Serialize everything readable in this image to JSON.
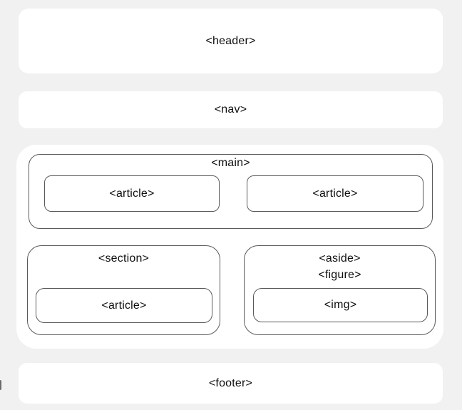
{
  "colors": {
    "background": "#f1f1f1",
    "panel": "#ffffff",
    "border": "#595959",
    "text": "#0f0f0f"
  },
  "diagram": {
    "header": {
      "label": "<header>"
    },
    "nav": {
      "label": "<nav>"
    },
    "main": {
      "label": "<main>",
      "articles": [
        {
          "label": "<article>"
        },
        {
          "label": "<article>"
        }
      ]
    },
    "section": {
      "label": "<section>",
      "article": {
        "label": "<article>"
      }
    },
    "aside": {
      "label": "<aside>",
      "figure_label": "<figure>",
      "img": {
        "label": "<img>"
      }
    },
    "footer": {
      "label": "<footer>"
    }
  }
}
